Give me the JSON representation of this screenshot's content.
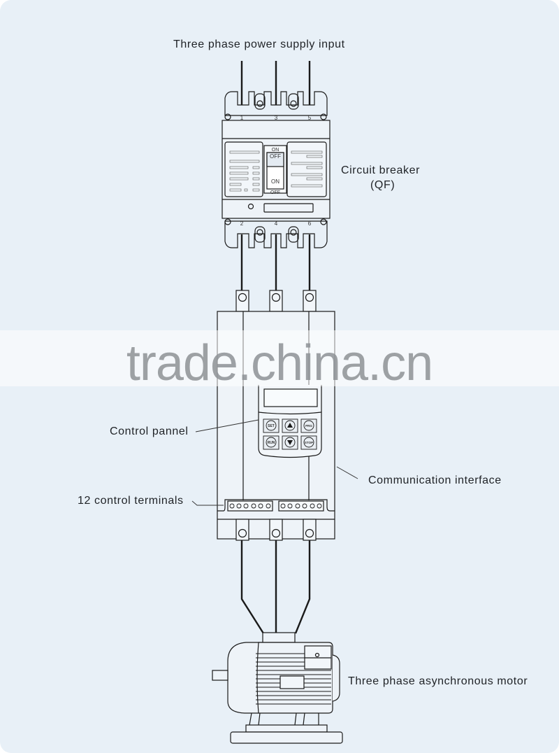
{
  "diagram": {
    "title": "Three phase power supply input",
    "components": {
      "circuit_breaker": {
        "label_line1": "Circuit breaker",
        "label_line2": "(QF)",
        "switch_top_on": "ON",
        "switch_top_off": "OFF",
        "switch_bottom_on": "ON",
        "switch_bottom_off": "OFF",
        "line_terminals": [
          "1",
          "3",
          "5"
        ],
        "load_terminals": [
          "2",
          "4",
          "6"
        ]
      },
      "soft_starter": {
        "control_panel_label": "Control pannel",
        "communication_label": "Communication interface",
        "terminals_label": "12 control terminals",
        "keys": [
          "SET",
          "▲",
          "PRG",
          "RUN",
          "▼",
          "STOP"
        ]
      },
      "motor": {
        "label": "Three phase asynchronous motor"
      }
    },
    "watermark": "trade.china.cn"
  },
  "colors": {
    "background": "#e8f0f7",
    "line": "#1a1a1a",
    "text": "#1f2226",
    "watermark": "#8e9296"
  }
}
